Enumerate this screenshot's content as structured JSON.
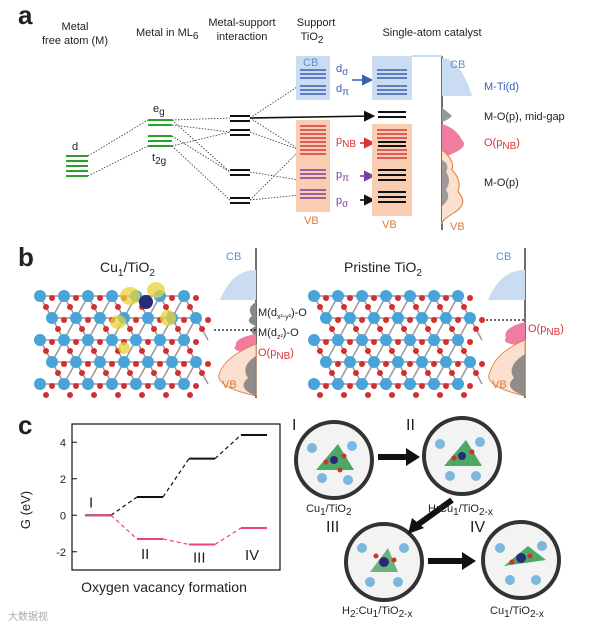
{
  "panels": {
    "a": "a",
    "b": "b",
    "c": "c"
  },
  "panel_a": {
    "headers": {
      "free_atom": [
        "Metal",
        "free atom (M)"
      ],
      "metal_ml6": "Metal in ML",
      "metal_ml6_sub": "6",
      "interaction": [
        "Metal-support",
        "interaction"
      ],
      "support": [
        "Support",
        "TiO"
      ],
      "support_sub": "2",
      "sac": "Single-atom catalyst"
    },
    "d_label": "d",
    "eg_label": "e",
    "eg_sub": "g",
    "t2g_label": "t",
    "t2g_sub": "2g",
    "cb": "CB",
    "vb": "VB",
    "d_sigma": "d",
    "d_sigma_sub": "σ",
    "d_pi": "d",
    "d_pi_sub": "π",
    "p_nb": "p",
    "p_nb_sub": "NB",
    "p_pi": "p",
    "p_pi_sub": "π",
    "p_sigma": "p",
    "p_sigma_sub": "σ",
    "dos_labels": {
      "m_ti": "M-Ti(d)",
      "m_o_mid": "M-O(p), mid-gap",
      "o_pnb": "O(p",
      "o_pnb_sub": "NB",
      "o_pnb_end": ")",
      "m_o": "M-O(p)"
    }
  },
  "panel_b": {
    "cu_title": "Cu",
    "cu_sub1": "1",
    "cu_mid": "/TiO",
    "cu_sub2": "2",
    "pristine_title": "Pristine TiO",
    "pristine_sub": "2",
    "cb": "CB",
    "vb": "VB",
    "m_dx2y2": "M(d",
    "m_dx2y2_sup": "x²-y²",
    "m_dx2y2_end": ")-O",
    "m_dz2": "M(d",
    "m_dz2_sup": "z²",
    "m_dz2_end": ")-O",
    "o_pnb": "O(p",
    "o_pnb_sub": "NB",
    "o_pnb_end": ")"
  },
  "panel_c": {
    "ylabel": "G (eV)",
    "xlabel": "Oxygen vacancy formation",
    "yticks": [
      4,
      2,
      0,
      -2
    ],
    "ylim": [
      -3,
      5
    ],
    "steps": [
      {
        "label": "I",
        "black": 0.0,
        "red": 0.0
      },
      {
        "label": "II",
        "black": 1.0,
        "red": -1.3
      },
      {
        "label": "III",
        "black": 3.1,
        "red": -1.6
      },
      {
        "label": "IV",
        "black": 4.4,
        "red": -0.7
      }
    ],
    "states": [
      {
        "roman": "I",
        "name": "Cu",
        "sub1": "1",
        "mid": "/TiO",
        "sub2": "2",
        "prefix": "",
        "sub2x": ""
      },
      {
        "roman": "II",
        "name": "H:Cu",
        "sub1": "1",
        "mid": "/TiO",
        "sub2": "2-x",
        "prefix": "",
        "sub2x": ""
      },
      {
        "roman": "III",
        "name": "H",
        "sub1": "2",
        "mid": ":Cu",
        "sub2": "1",
        "tail": "/TiO",
        "sub3": "2-x"
      },
      {
        "roman": "IV",
        "name": "Cu",
        "sub1": "1",
        "mid": "/TiO",
        "sub2": "2-x"
      }
    ]
  },
  "watermark": "大数据视",
  "colors": {
    "green": "#2ca02c",
    "blue": "#3a5fb0",
    "red": "#d9343a",
    "purple": "#7a3f98",
    "orange": "#e07b39",
    "cb": "#c9dcf2",
    "vb": "#f8cdb1",
    "pink": "#f07ca0",
    "ti": "#4aa3d8",
    "o": "#d32f2f"
  }
}
